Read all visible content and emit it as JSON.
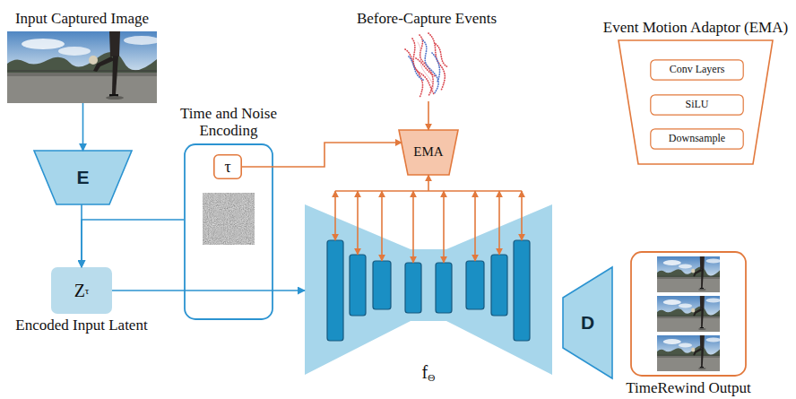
{
  "diagram": {
    "nodes": [
      {
        "text": [
          "Input Captured Image"
        ]
      },
      {
        "text": [
          "Before-Capture Events"
        ]
      },
      {
        "text": [
          "Event Motion Adaptor (EMA)"
        ]
      },
      {
        "text": [
          "Conv Layers"
        ],
        "in": 2
      },
      {
        "text": [
          "SiLU"
        ],
        "in": 2
      },
      {
        "text": [
          "Downsample"
        ],
        "in": 2
      },
      {
        "text": [
          "E"
        ]
      },
      {
        "text": [
          "Time and Noise Encoding"
        ]
      },
      {
        "text": [
          "τ"
        ],
        "in": 7
      },
      {
        "text": [
          "EMA"
        ]
      },
      {
        "text": [
          "Z",
          "τ",
          "Encoded Input Latent"
        ]
      },
      {
        "text": [
          "f",
          "Θ"
        ]
      },
      {
        "text": [
          "D"
        ]
      },
      {
        "text": [
          "TimeRewind Output"
        ]
      }
    ],
    "edges": [
      {
        "from": 0,
        "to": 6,
        "arrow": "to"
      },
      {
        "from": 6,
        "to": 10,
        "arrow": "to"
      },
      {
        "from": 7,
        "to": 10,
        "arrow": "to"
      },
      {
        "from": 8,
        "to": 9,
        "arrow": "to"
      },
      {
        "from": 1,
        "to": 9,
        "arrow": "to"
      },
      {
        "from": 9,
        "to": 11,
        "arrow": "both"
      },
      {
        "from": 10,
        "to": 11,
        "arrow": "to"
      }
    ]
  }
}
